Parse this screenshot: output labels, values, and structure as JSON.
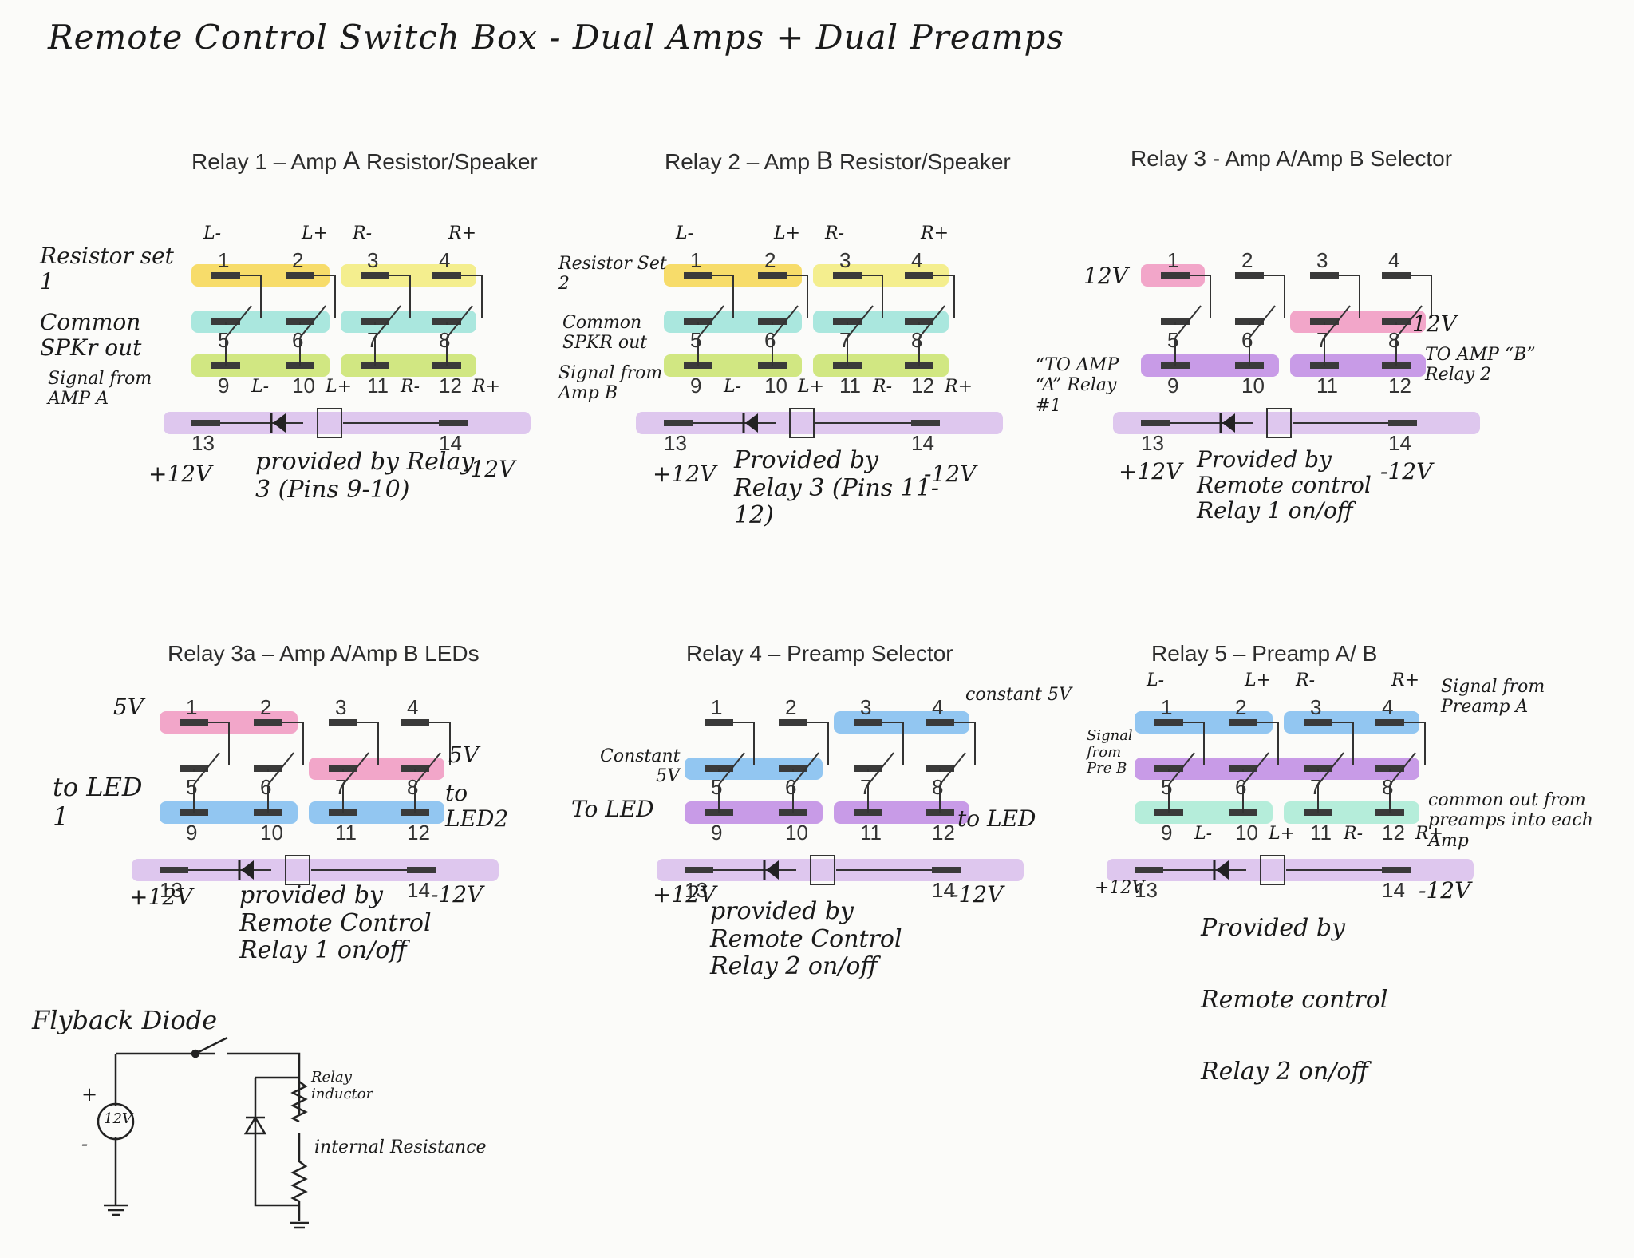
{
  "title": "Remote Control Switch Box - Dual Amps + Dual Preamps",
  "colors": {
    "yellow": "#f6d23a",
    "lightyellow": "#f2ea6a",
    "teal": "#8fe0d4",
    "green": "#c3e05a",
    "lavender": "#d4b6ea",
    "pink": "#ef8ab8",
    "purple": "#b77be0",
    "blue": "#6fb4ee",
    "mint": "#9de8cf"
  },
  "relays": [
    {
      "id": "relay1",
      "title_prefix": "Relay 1 – Amp ",
      "title_letter": "A",
      "title_suffix": " Resistor/Speaker",
      "pins": [
        "1",
        "2",
        "3",
        "4",
        "5",
        "6",
        "7",
        "8",
        "9",
        "10",
        "11",
        "12",
        "13",
        "14"
      ],
      "labels_top": [
        "L-",
        "L+",
        "R-",
        "R+"
      ],
      "labels_bottom": [
        "L-",
        "L+",
        "R-",
        "R+"
      ],
      "left_notes": [
        "Resistor set 1",
        "Common SPKr out",
        "Signal from AMP A"
      ],
      "supply_left": "+12V",
      "supply_right": "-12V",
      "note": "provided by Relay 3 (Pins 9-10)"
    },
    {
      "id": "relay2",
      "title_prefix": "Relay 2 – Amp ",
      "title_letter": "B",
      "title_suffix": " Resistor/Speaker",
      "pins": [
        "1",
        "2",
        "3",
        "4",
        "5",
        "6",
        "7",
        "8",
        "9",
        "10",
        "11",
        "12",
        "13",
        "14"
      ],
      "labels_top": [
        "L-",
        "L+",
        "R-",
        "R+"
      ],
      "labels_bottom": [
        "L-",
        "L+",
        "R-",
        "R+"
      ],
      "left_notes": [
        "Resistor Set 2",
        "Common SPKR out",
        "Signal from Amp B"
      ],
      "supply_left": "+12V",
      "supply_right": "-12V",
      "note": "Provided by Relay 3 (Pins 11-12)"
    },
    {
      "id": "relay3",
      "title": "Relay 3 - Amp A/Amp B Selector",
      "pins": [
        "1",
        "2",
        "3",
        "4",
        "5",
        "6",
        "7",
        "8",
        "9",
        "10",
        "11",
        "12",
        "13",
        "14"
      ],
      "left_voltage": "12V",
      "right_voltage": "12V",
      "left_note": "“TO AMP “A” Relay #1",
      "right_note": "TO AMP “B” Relay 2",
      "supply_left": "+12V",
      "supply_right": "-12V",
      "note": "Provided by Remote control Relay 1 on/off"
    },
    {
      "id": "relay3a",
      "title": "Relay 3a – Amp A/Amp B LEDs",
      "pins": [
        "1",
        "2",
        "3",
        "4",
        "5",
        "6",
        "7",
        "8",
        "9",
        "10",
        "11",
        "12",
        "13",
        "14"
      ],
      "top_left": "5V",
      "mid_right": "5V",
      "left_note": "to LED 1",
      "right_note": "to LED2",
      "supply_left": "+12V",
      "supply_right": "-12V",
      "note": "provided by Remote Control Relay 1 on/off"
    },
    {
      "id": "relay4",
      "title": "Relay 4 – Preamp Selector",
      "pins": [
        "1",
        "2",
        "3",
        "4",
        "5",
        "6",
        "7",
        "8",
        "9",
        "10",
        "11",
        "12",
        "13",
        "14"
      ],
      "top_right": "constant 5V",
      "mid_left": "Constant 5V",
      "left_note": "To LED",
      "right_note": "to LED",
      "supply_left": "+12V",
      "supply_right": "-12V",
      "note": "provided by Remote Control Relay 2 on/off"
    },
    {
      "id": "relay5",
      "title": "Relay 5 – Preamp A/ B",
      "pins": [
        "1",
        "2",
        "3",
        "4",
        "5",
        "6",
        "7",
        "8",
        "9",
        "10",
        "11",
        "12",
        "13",
        "14"
      ],
      "labels_top": [
        "L-",
        "L+",
        "R-",
        "R+"
      ],
      "labels_bottom": [
        "L-",
        "L+",
        "R-",
        "R+"
      ],
      "top_right": "Signal from Preamp A",
      "mid_left": "Signal from Pre B",
      "right_note": "common out from preamps into each Amp",
      "supply_left": "+12V",
      "supply_right": "-12V",
      "note": "Provided by Remote control Relay 2 on/off"
    }
  ],
  "flyback": {
    "title": "Flyback Diode",
    "source": "12V",
    "plus": "+",
    "minus": "-",
    "inductor": "Relay inductor",
    "resistance": "internal Resistance"
  }
}
